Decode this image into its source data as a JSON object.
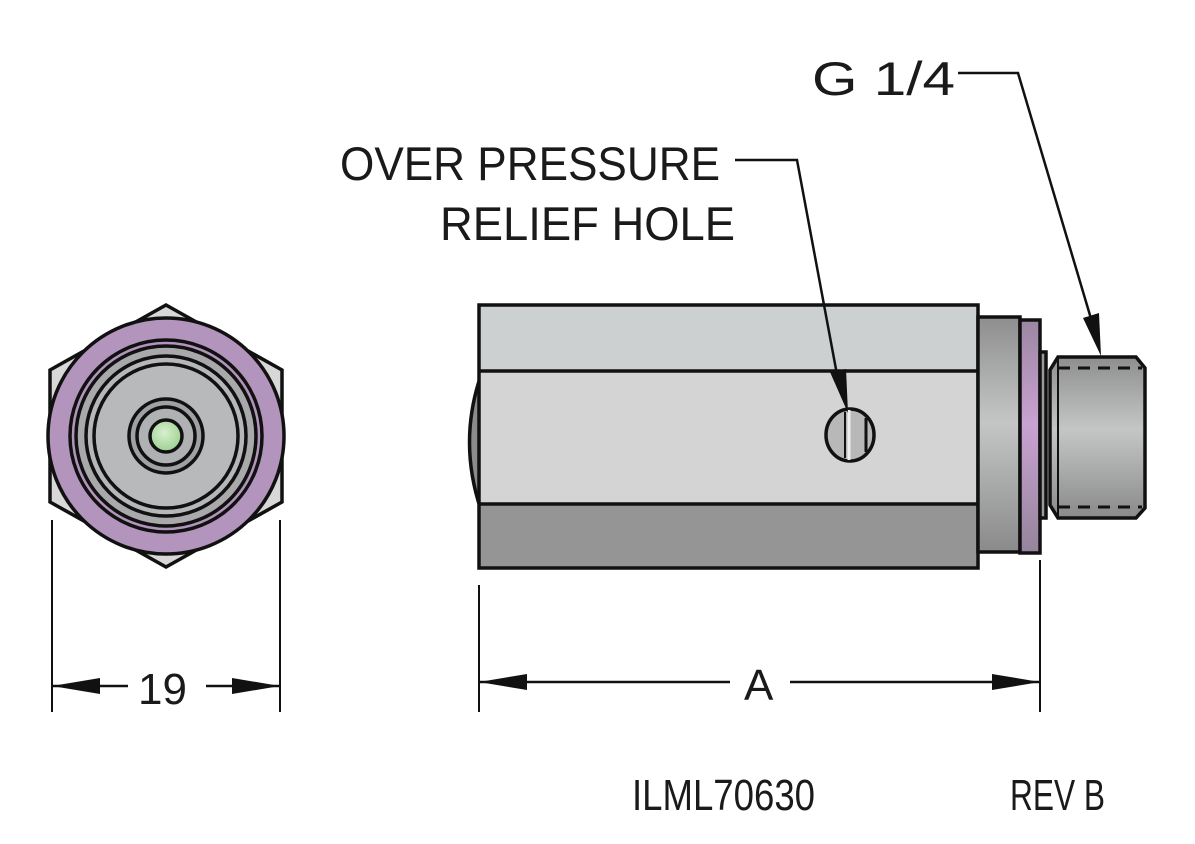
{
  "callouts": {
    "relief_line1": "OVER PRESSURE",
    "relief_line2": "RELIEF HOLE",
    "thread": "G 1/4"
  },
  "dimensions": {
    "hex_width": "19",
    "length": "A"
  },
  "title_block": {
    "part_number": "ILML70630",
    "revision": "REV B"
  },
  "colors": {
    "body_light": "#d2d4d4",
    "body_dark": "#959595",
    "seal_purple": "#b294bc",
    "led_green": "#b8ddb0"
  }
}
